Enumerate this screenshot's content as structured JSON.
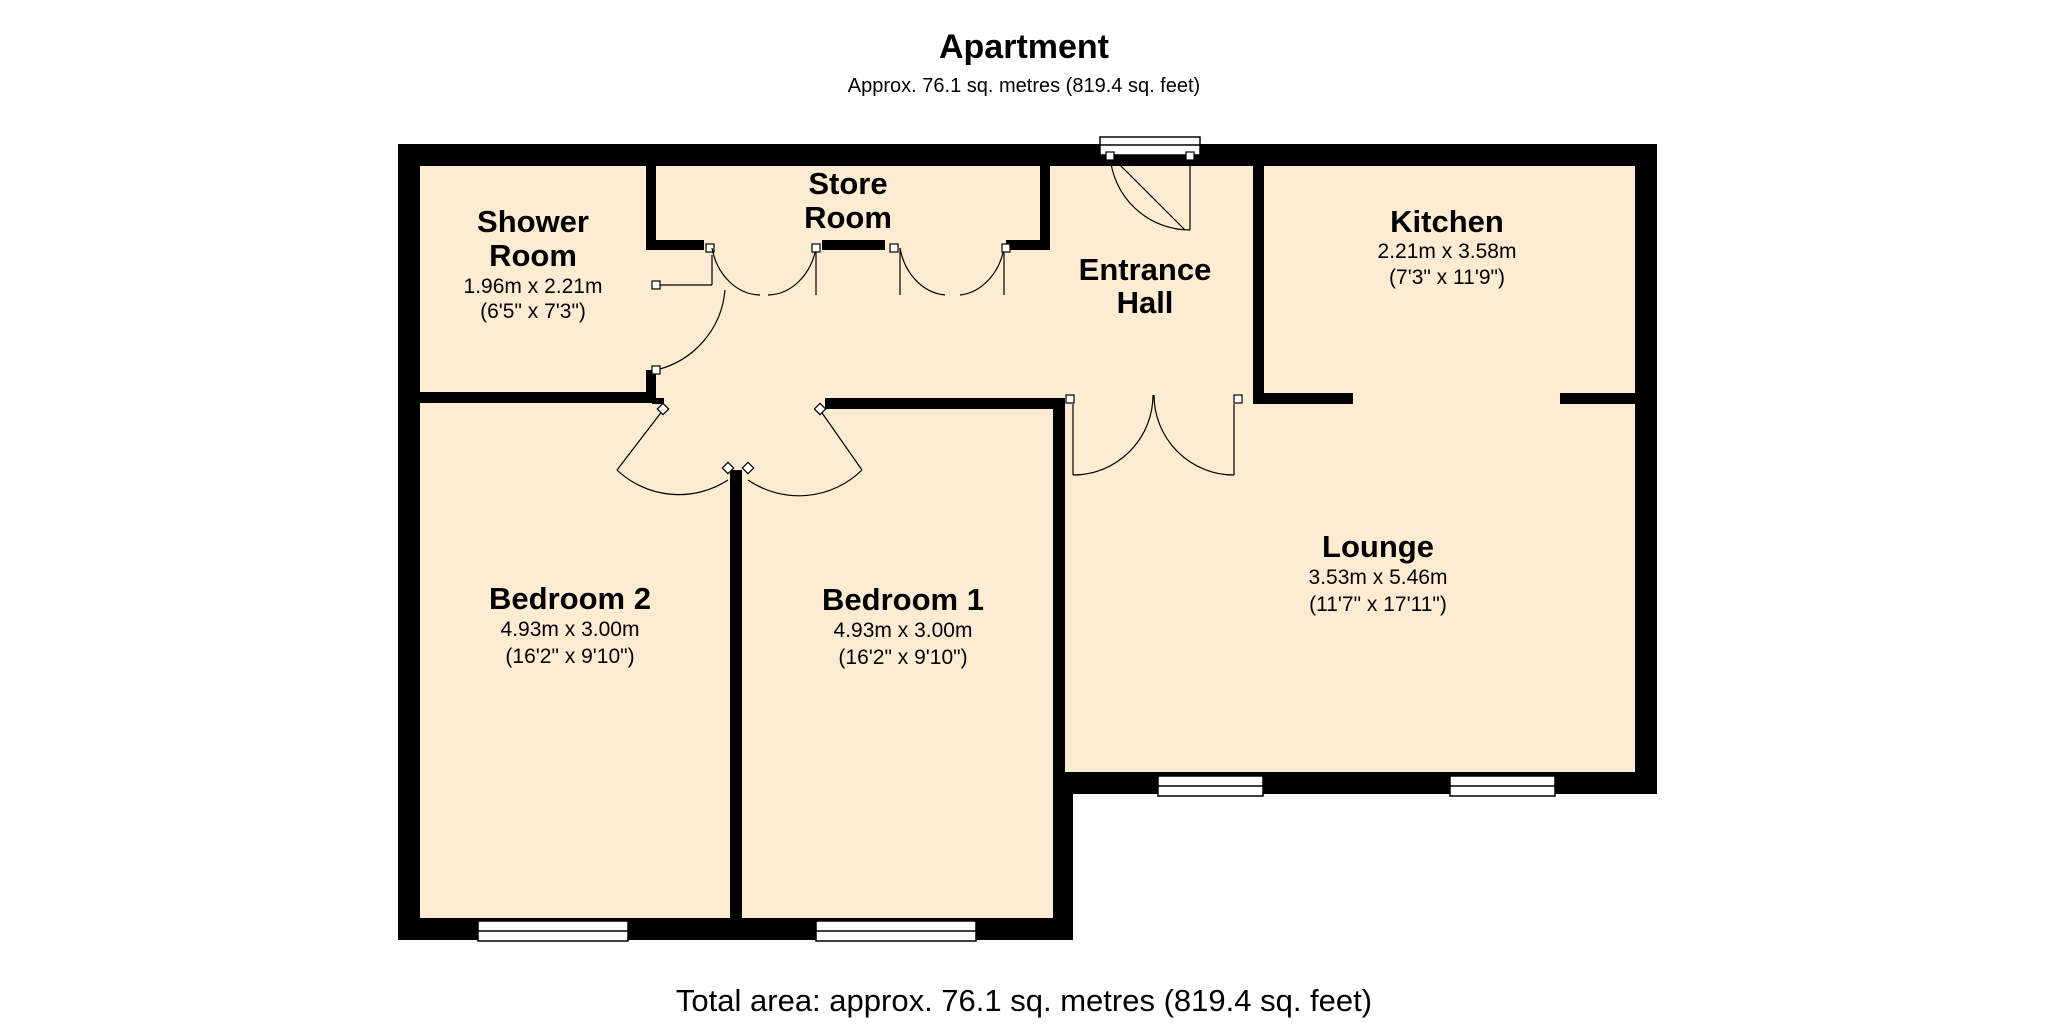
{
  "header": {
    "title": "Apartment",
    "subtitle": "Approx. 76.1 sq. metres (819.4 sq. feet)"
  },
  "footer": {
    "total": "Total area: approx. 76.1 sq. metres (819.4 sq. feet)"
  },
  "colors": {
    "floor": "#fdebd2",
    "wall": "#000000",
    "background": "#ffffff"
  },
  "rooms": {
    "shower": {
      "name_1": "Shower",
      "name_2": "Room",
      "metric": "1.96m x 2.21m",
      "imperial": "(6'5\" x 7'3\")"
    },
    "store": {
      "name_1": "Store",
      "name_2": "Room"
    },
    "entrance": {
      "name_1": "Entrance",
      "name_2": "Hall"
    },
    "kitchen": {
      "name": "Kitchen",
      "metric": "2.21m x 3.58m",
      "imperial": "(7'3\" x 11'9\")"
    },
    "lounge": {
      "name": "Lounge",
      "metric": "3.53m x 5.46m",
      "imperial": "(11'7\" x 17'11\")"
    },
    "bedroom2": {
      "name": "Bedroom 2",
      "metric": "4.93m x 3.00m",
      "imperial": "(16'2\" x 9'10\")"
    },
    "bedroom1": {
      "name": "Bedroom 1",
      "metric": "4.93m x 3.00m",
      "imperial": "(16'2\" x 9'10\")"
    }
  }
}
